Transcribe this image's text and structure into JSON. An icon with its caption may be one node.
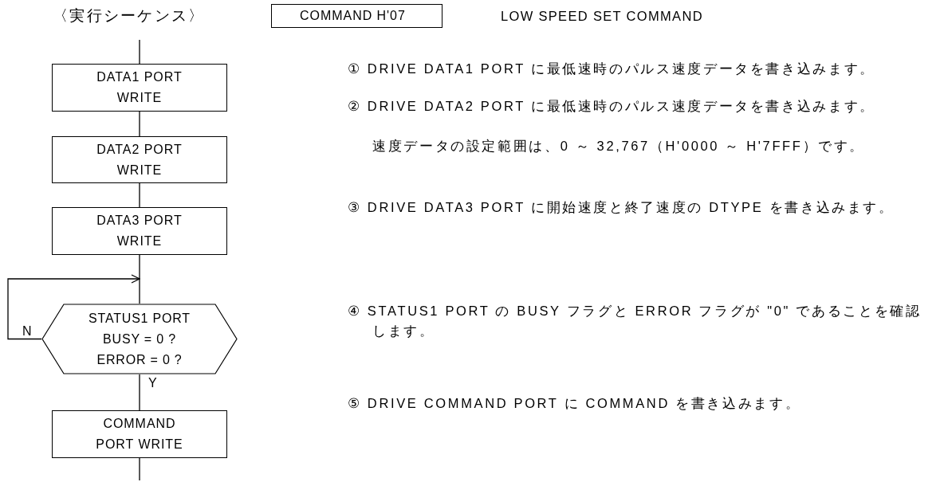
{
  "diagram": {
    "nodes": [
      {
        "text": [
          "DATA1 PORT WRITE"
        ]
      },
      {
        "text": [
          "DATA2 PORT WRITE"
        ]
      },
      {
        "text": [
          "DATA3 PORT WRITE"
        ]
      },
      {
        "text": [
          "STATUS1 PORT",
          "BUSY = 0 ?",
          "ERROR = 0 ?"
        ]
      },
      {
        "text": [
          "COMMAND PORT WRITE"
        ]
      },
      {
        "text": [
          "COMMAND H'07"
        ]
      }
    ],
    "edges": [
      {
        "from": null,
        "to": 0,
        "arrow": "none"
      },
      {
        "from": 0,
        "to": 1,
        "arrow": "none"
      },
      {
        "from": 1,
        "to": 2,
        "arrow": "none"
      },
      {
        "from": 2,
        "to": 3,
        "arrow": "none"
      },
      {
        "from": 3,
        "to": 3,
        "arrow": "to",
        "label": "N"
      },
      {
        "from": 3,
        "to": 4,
        "arrow": "none",
        "label": "Y"
      },
      {
        "from": 4,
        "to": null,
        "arrow": "none"
      }
    ],
    "labels": [
      "〈実行シーケンス〉",
      "LOW SPEED SET COMMAND",
      "① DRIVE DATA1 PORT に最低速時のパルス速度データを書き込みます。",
      "② DRIVE DATA2 PORT に最低速時のパルス速度データを書き込みます。",
      "速度データの設定範囲は、0 ～ 32,767（H'0000 ～ H'7FFF）です。",
      "③ DRIVE DATA3 PORT に開始速度と終了速度の DTYPE を書き込みます。",
      "④ STATUS1 PORT の BUSY フラグと ERROR フラグが \"0\" であることを確認します。",
      "⑤ DRIVE COMMAND PORT に COMMAND を書き込みます。"
    ]
  }
}
